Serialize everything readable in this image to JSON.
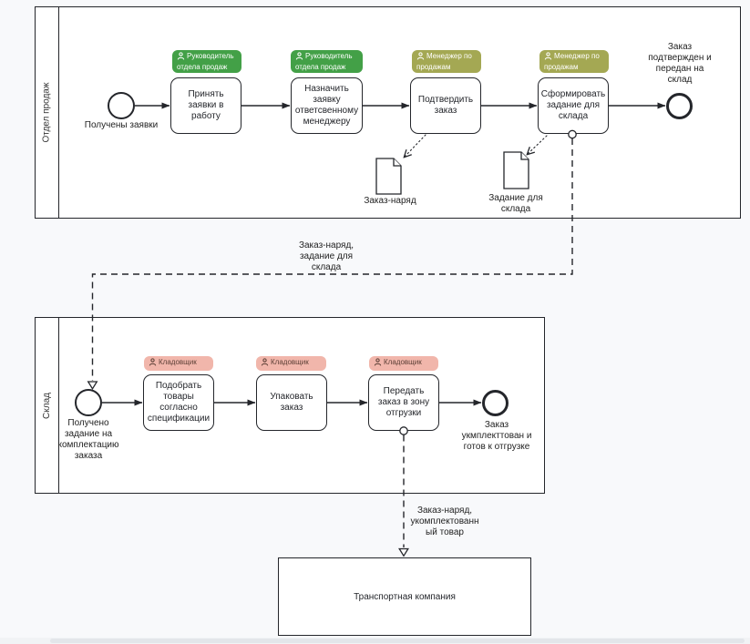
{
  "colors": {
    "page-bg": "#f8f9fb",
    "stroke": "#24262b",
    "shape-fill": "#ffffff",
    "badge-green-bg": "#43a047",
    "badge-green-text": "#ffffff",
    "badge-olive-bg": "#a4a853",
    "badge-olive-text": "#ffffff",
    "badge-pink-bg": "#f1b6ab",
    "badge-pink-text": "#5d4037"
  },
  "pools": {
    "sales": {
      "label": "Отдел продаж",
      "start_event": {
        "label": "Получены заявки"
      },
      "tasks": [
        {
          "label": "Принять\nзаявки в\nработу",
          "badge": "Руководитель\nотдела продаж"
        },
        {
          "label": "Назначить\nзаявку\nответсвенному\nменеджеру",
          "badge": "Руководитель\nотдела продаж"
        },
        {
          "label": "Подтвердить\nзаказ",
          "badge": "Менеджер по\nпродажам"
        },
        {
          "label": "Сформировать\nзадание для\nсклада",
          "badge": "Менеджер по\nпродажам"
        }
      ],
      "end_event": {
        "label": "Заказ\nподтвержден и\nпередан на\nсклад"
      },
      "documents": [
        {
          "label": "Заказ-наряд"
        },
        {
          "label": "Задание для\nсклада"
        }
      ]
    },
    "warehouse": {
      "label": "Склад",
      "start_event": {
        "label": "Получено\nзадание на\nкомплектацию\nзаказа"
      },
      "tasks": [
        {
          "label": "Подобрать\nтовары\nсогласно\nспецификации",
          "badge": "Кладовщик"
        },
        {
          "label": "Упаковать\nзаказ",
          "badge": "Кладовщик"
        },
        {
          "label": "Передать\nзаказ в зону\nотгрузки",
          "badge": "Кладовщик"
        }
      ],
      "end_event": {
        "label": "Заказ\nукмплекттован и\nготов к отгрузке"
      }
    }
  },
  "message_flows": [
    {
      "label": "Заказ-наряд,\nзадание для\nсклада"
    },
    {
      "label": "Заказ-наряд,\nукомплектованн\nый товар"
    }
  ],
  "external_pool": {
    "label": "Транспортная компания"
  }
}
